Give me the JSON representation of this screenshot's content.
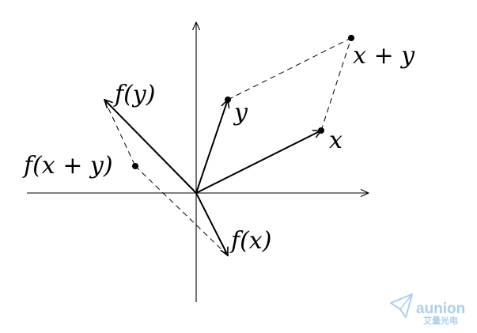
{
  "labels": {
    "x": "x",
    "y": "y",
    "x_plus_y": "x + y",
    "f_x": "f(x)",
    "f_y": "f(y)",
    "f_x_plus_y": "f(x + y)"
  },
  "watermark": {
    "brand": "aunion",
    "subtitle": "艾量光电",
    "icon": "paper-plane-icon",
    "color": "#9fc6ea"
  },
  "colors": {
    "ink": "#000000"
  }
}
